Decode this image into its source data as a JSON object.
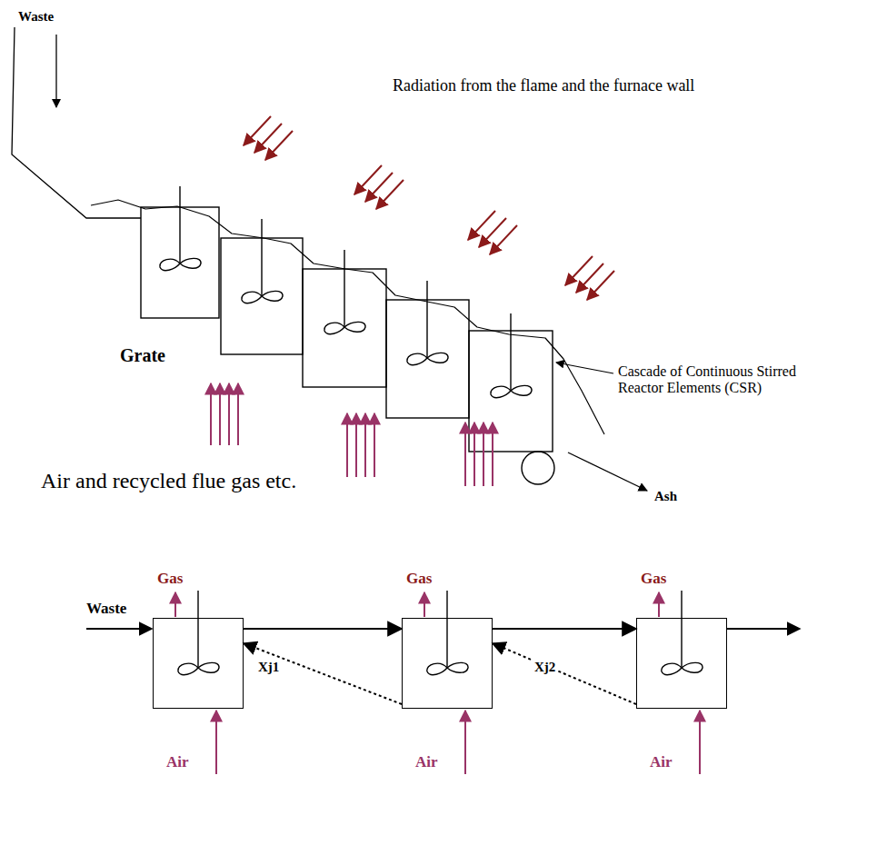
{
  "diagram": {
    "nodes": [
      {
        "text": [
          "Gas",
          "Air"
        ]
      },
      {
        "text": [
          "Gas",
          "Air"
        ]
      },
      {
        "text": [
          "Gas",
          "Air"
        ]
      }
    ],
    "edges": [
      {
        "from": 0,
        "to": 1,
        "arrow": "to"
      },
      {
        "from": 1,
        "to": 2,
        "arrow": "to"
      },
      {
        "from": 1,
        "to": 0,
        "arrow": "to",
        "label": "Xj1"
      },
      {
        "from": 2,
        "to": 1,
        "arrow": "to",
        "label": "Xj2"
      }
    ],
    "labels": [
      "Waste",
      "Radiation from the flame and the furnace wall",
      "Grate",
      "Cascade of Continuous Stirred Reactor Elements (CSR)",
      "Air and recycled flue gas etc.",
      "Ash",
      "Waste"
    ]
  }
}
